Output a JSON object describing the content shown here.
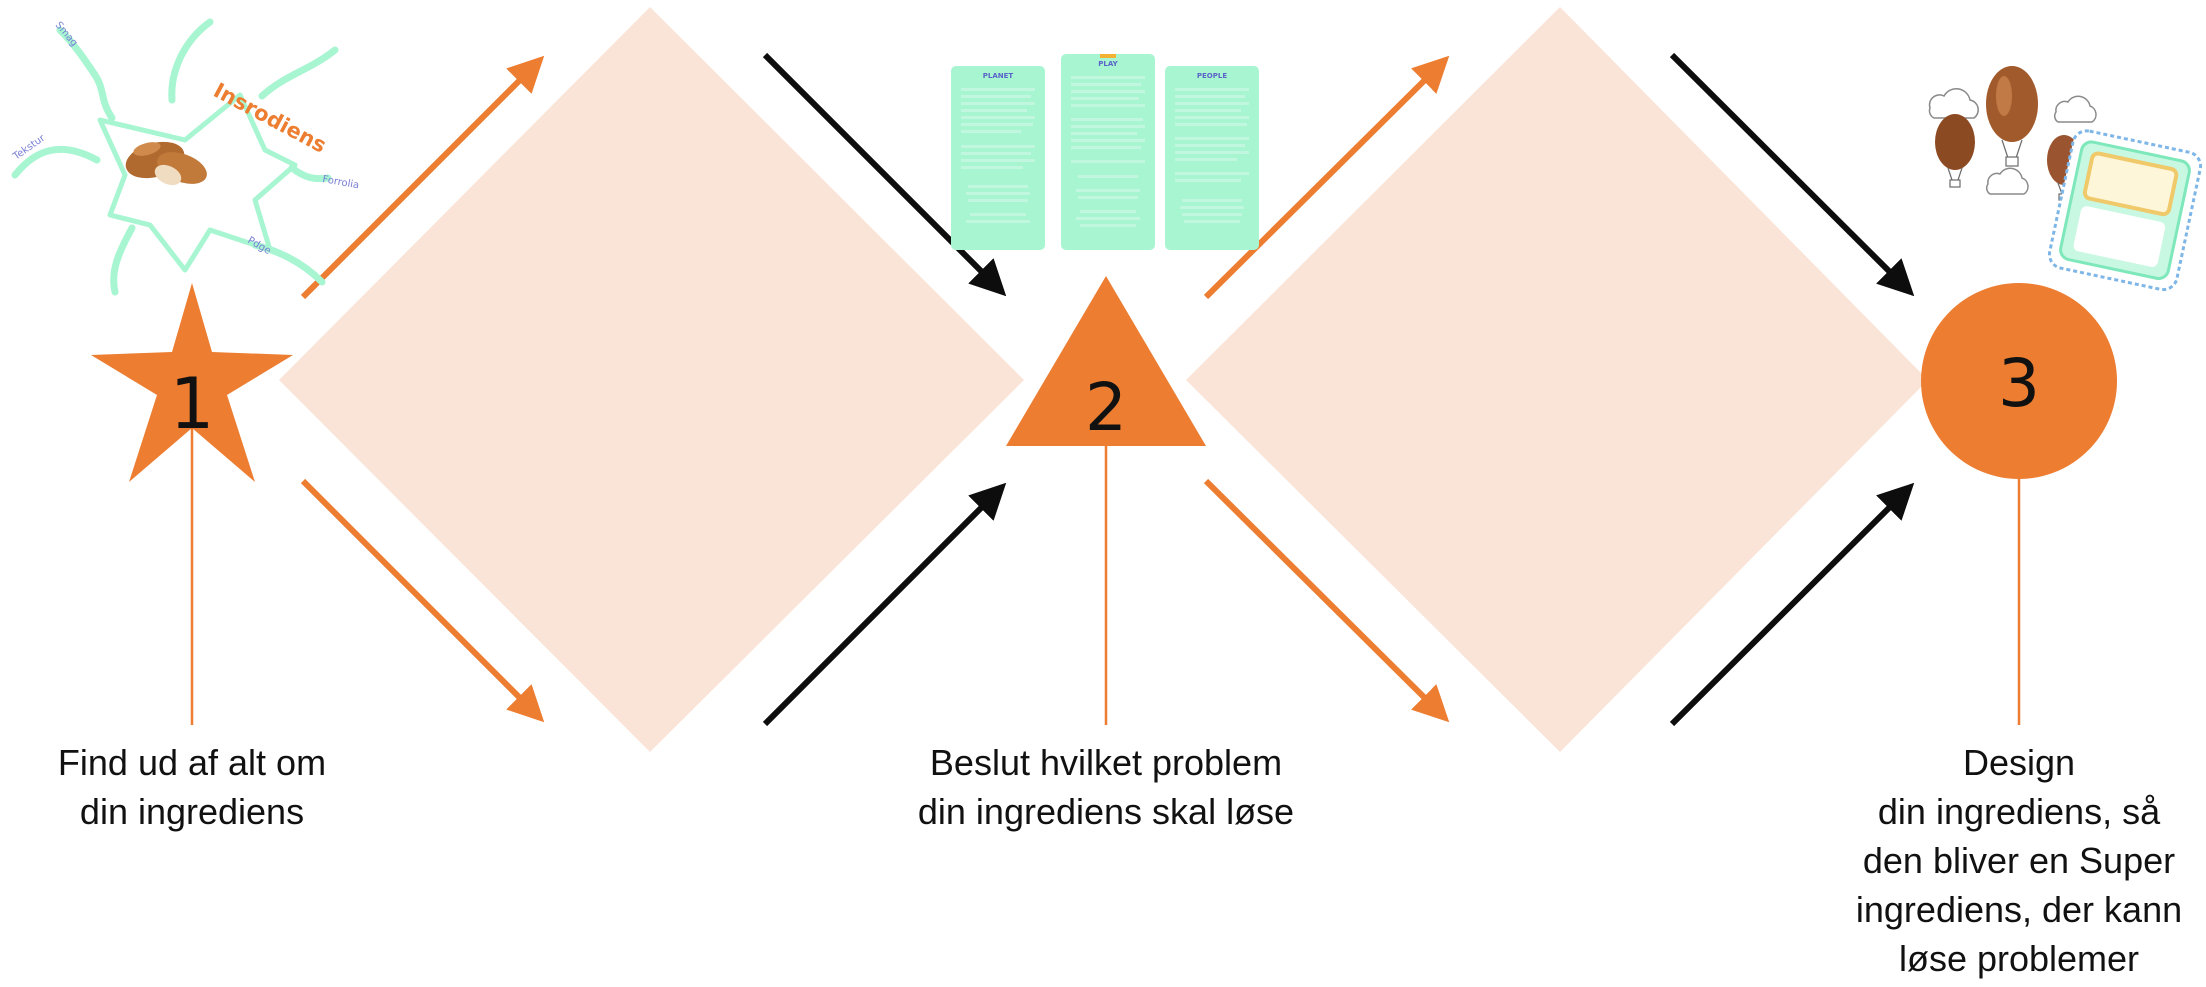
{
  "colors": {
    "diamond": "#fae4d7",
    "orange": "#ec7d31",
    "arrow_dark": "#0d0d0d",
    "mint": "#a7f5d1",
    "mint_dark": "#7ee8bb",
    "doodle_text": "#7a7fd6",
    "card_text": "#5b63c9"
  },
  "steps": [
    {
      "number": "1",
      "shape": "star",
      "text_lines": [
        "Find ud af alt om",
        "din ingrediens"
      ]
    },
    {
      "number": "2",
      "shape": "triangle",
      "text_lines": [
        "Beslut hvilket problem",
        "din ingrediens skal løse"
      ]
    },
    {
      "number": "3",
      "shape": "circle",
      "text_lines": [
        "Design",
        "din ingrediens, så",
        "den bliver en Super",
        "ingrediens, der kann",
        "løse problemer"
      ]
    }
  ],
  "illustrations": {
    "brainstorm": {
      "title": "Insrodiens",
      "words": [
        "Smag",
        "Tekstur",
        "Forrolia",
        "Pdge"
      ],
      "icon": "almond-icon"
    },
    "cards": [
      {
        "title": "PLANET"
      },
      {
        "title": "PLAY"
      },
      {
        "title": "PEOPLE"
      }
    ],
    "design": {
      "icons": [
        "cloud-icon",
        "almond-balloon-icon",
        "sticker-card-icon"
      ]
    }
  }
}
